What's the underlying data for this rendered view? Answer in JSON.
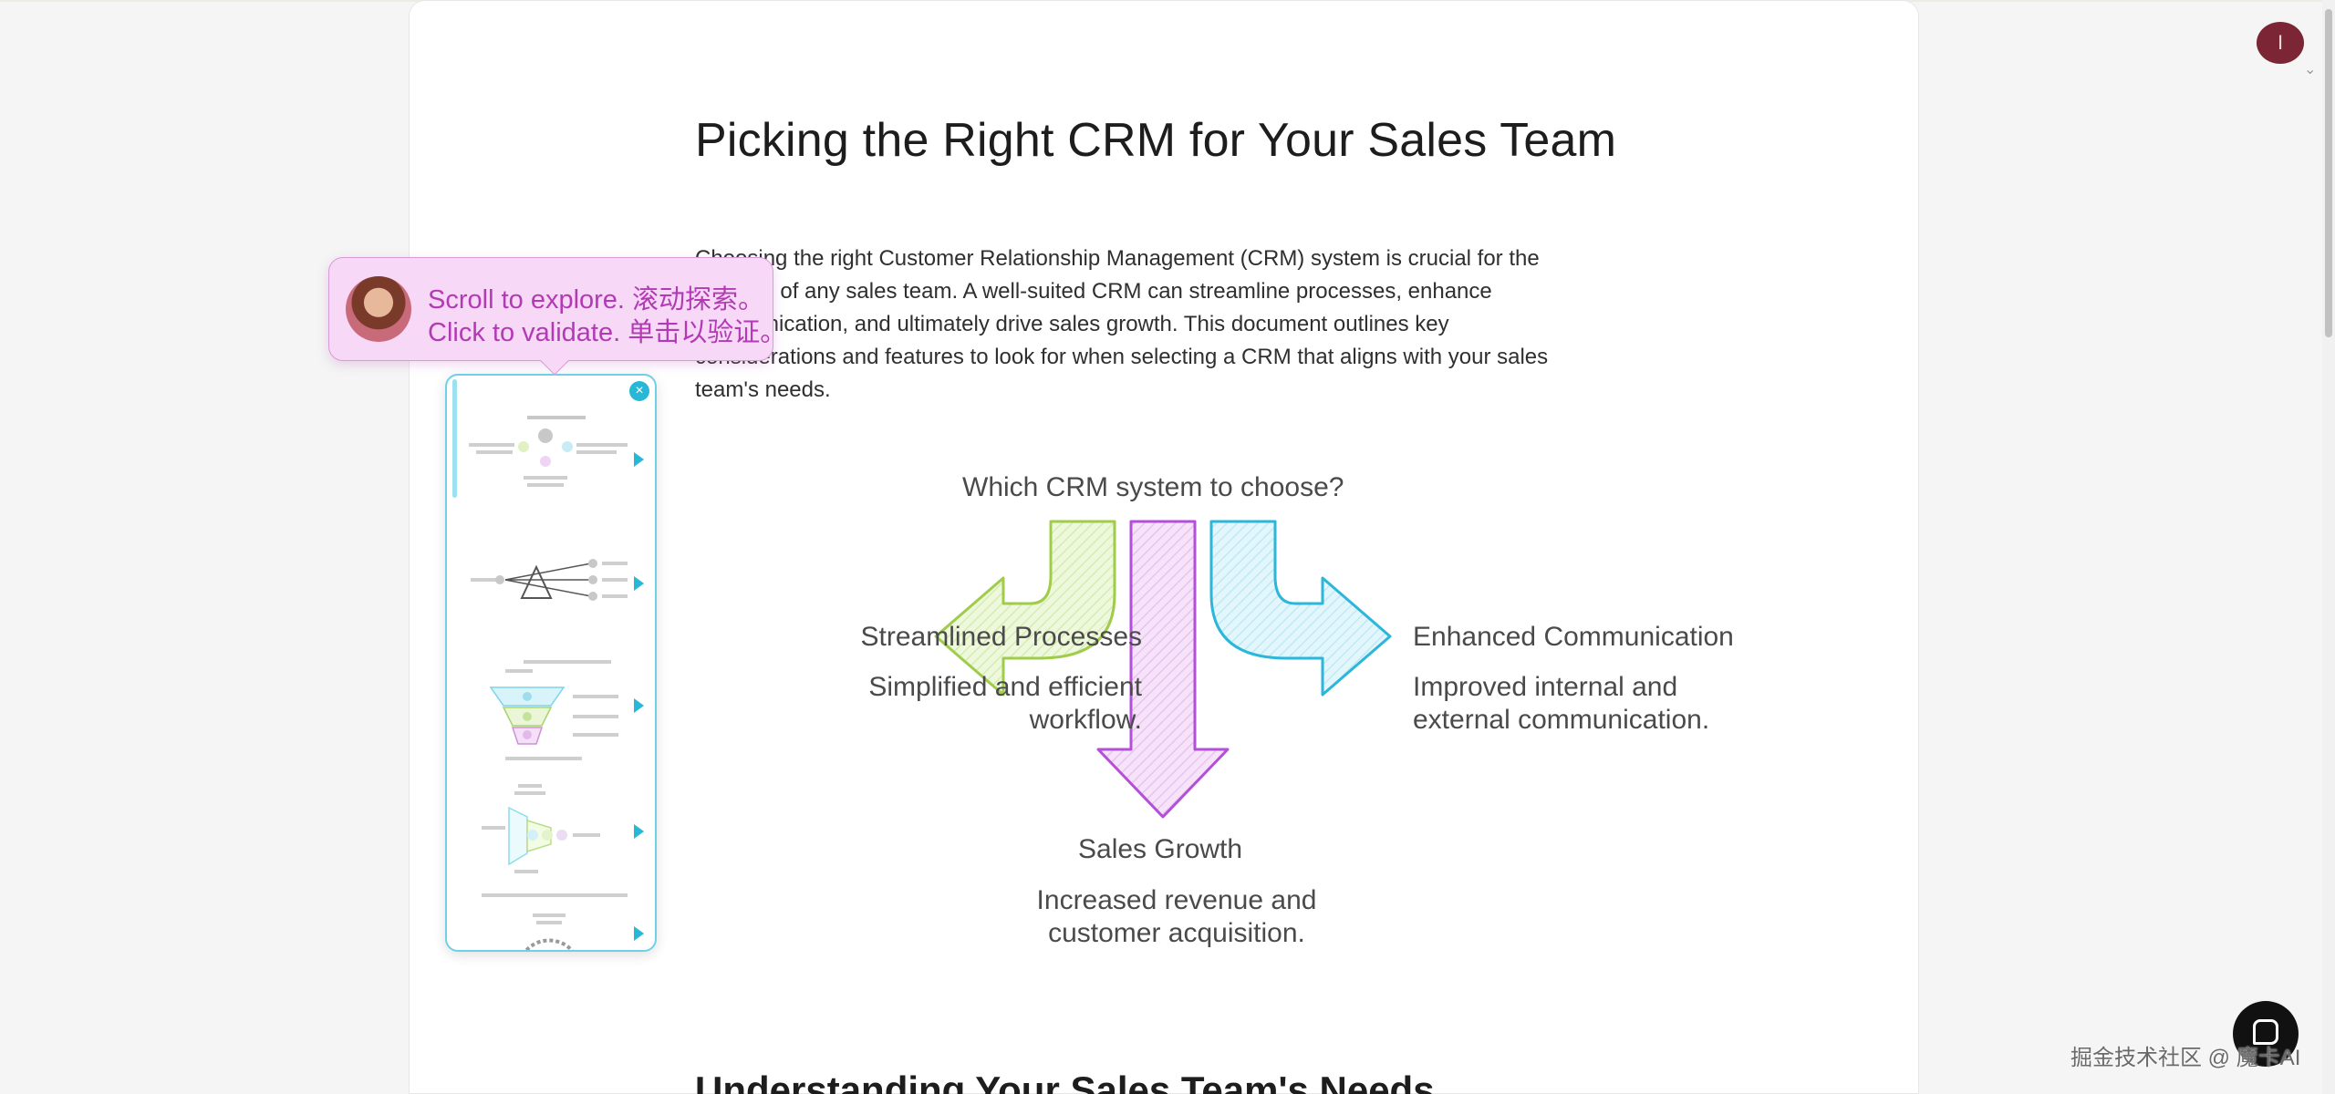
{
  "document": {
    "title": "Picking the Right CRM for Your Sales Team",
    "intro": "Choosing the right Customer Relationship Management (CRM) system is crucial for the success of any sales team. A well-suited CRM can streamline processes, enhance communication, and ultimately drive sales growth. This document outlines key considerations and features to look for when selecting a CRM that aligns with your sales team's needs.",
    "next_heading": "Understanding Your Sales Team's Needs"
  },
  "diagram": {
    "question": "Which CRM system to choose?",
    "left": {
      "heading": "Streamlined Processes",
      "desc_line1": "Simplified and efficient",
      "desc_line2": "workflow.",
      "color": "#9fcc4a"
    },
    "right": {
      "heading": "Enhanced Communication",
      "desc_line1": "Improved internal and",
      "desc_line2": "external communication.",
      "color": "#2bb6da"
    },
    "bottom": {
      "heading": "Sales Growth",
      "desc_line1": "Increased revenue and",
      "desc_line2": "customer acquisition.",
      "color": "#b44fd8"
    }
  },
  "validation": {
    "line1": "Scroll to explore. 滚动探索。",
    "line2": "Click to validate. 单击以验证。",
    "close_glyph": "×"
  },
  "user": {
    "avatar_initial": "I",
    "chevron": "⌄"
  },
  "watermark": "掘金技术社区 @ 魔卡AI",
  "colors": {
    "accent_cyan": "#27b8d8",
    "accent_pink": "#b23bb5",
    "avatar_bg": "#7b2535"
  }
}
